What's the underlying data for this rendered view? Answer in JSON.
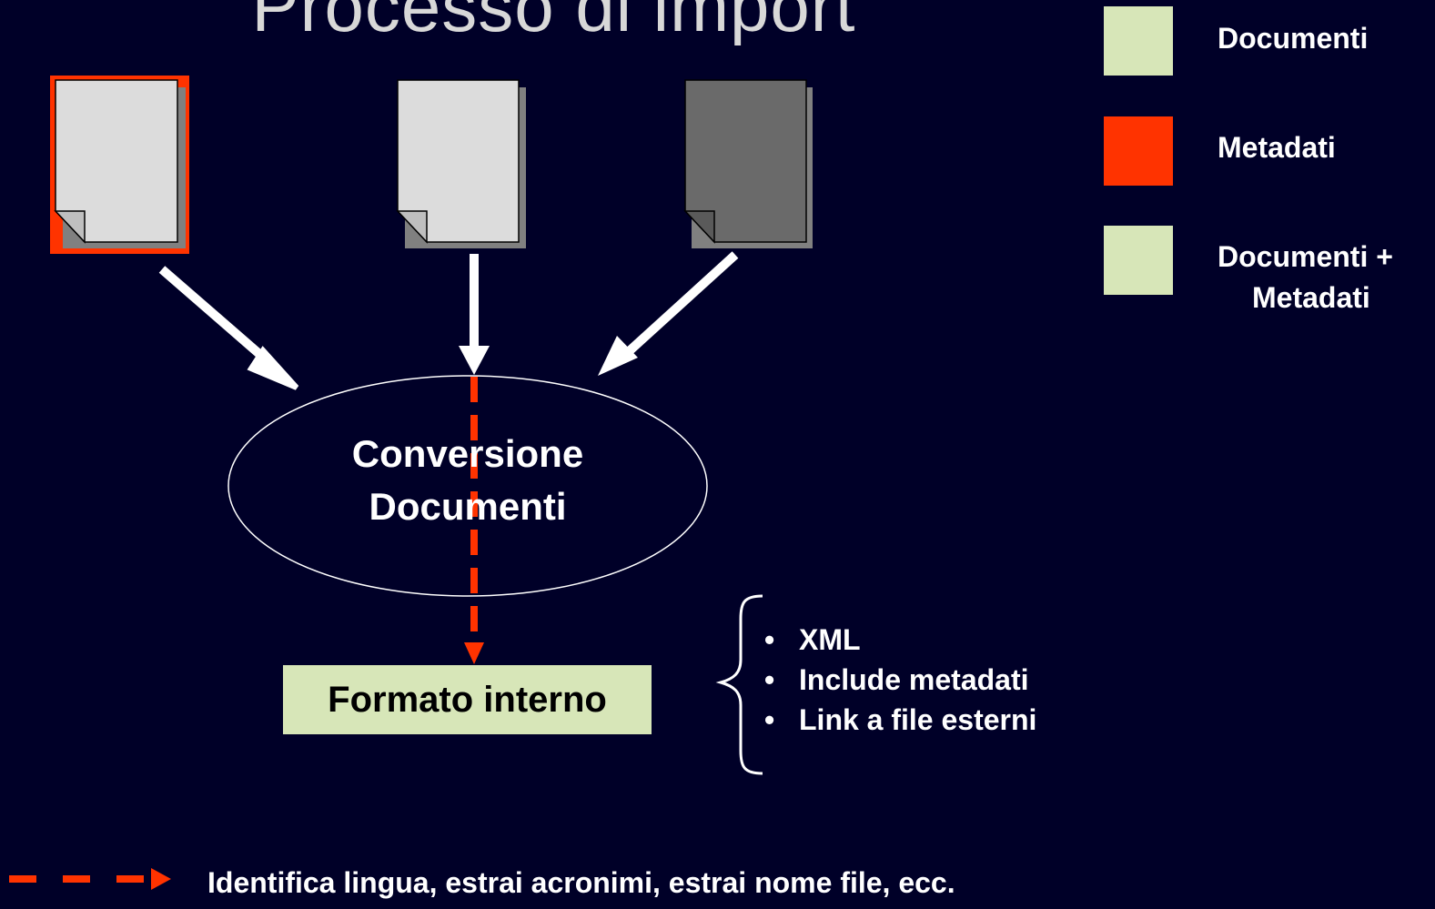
{
  "title": "Processo di import",
  "legend": {
    "items": [
      {
        "label": "Documenti",
        "color": "#d7e6b8"
      },
      {
        "label": "Metadati",
        "color": "#ff3300"
      },
      {
        "label": "Documenti +",
        "label2": "Metadati",
        "color": "#d7e6b8"
      }
    ]
  },
  "process": {
    "line1": "Conversione",
    "line2": "Documenti"
  },
  "output": {
    "label": "Formato interno",
    "bullets": [
      "XML",
      "Include metadati",
      "Link a file esterni"
    ],
    "bullet_char": "•"
  },
  "footer": {
    "text": "Identifica lingua, estrai acronimi, estrai nome file, ecc."
  },
  "colors": {
    "background": "#000028",
    "accent_red": "#ff3300",
    "doc_light": "#dcdcdc",
    "doc_dark": "#6a6a6a",
    "output_fill": "#d7e6b8"
  }
}
